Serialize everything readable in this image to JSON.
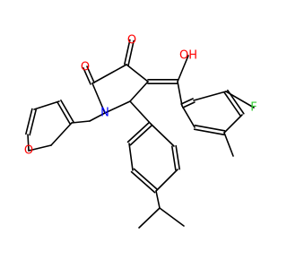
{
  "molecule": {
    "atoms": [
      {
        "id": "O1",
        "label": "O",
        "color": "#ff0000"
      },
      {
        "id": "O2",
        "label": "O",
        "color": "#ff0000"
      },
      {
        "id": "O3",
        "label": "OH",
        "color": "#ff0000"
      },
      {
        "id": "O4",
        "label": "O",
        "color": "#ff0000"
      },
      {
        "id": "N1",
        "label": "N",
        "color": "#0000ff"
      },
      {
        "id": "F1",
        "label": "F",
        "color": "#33cc33"
      }
    ]
  }
}
